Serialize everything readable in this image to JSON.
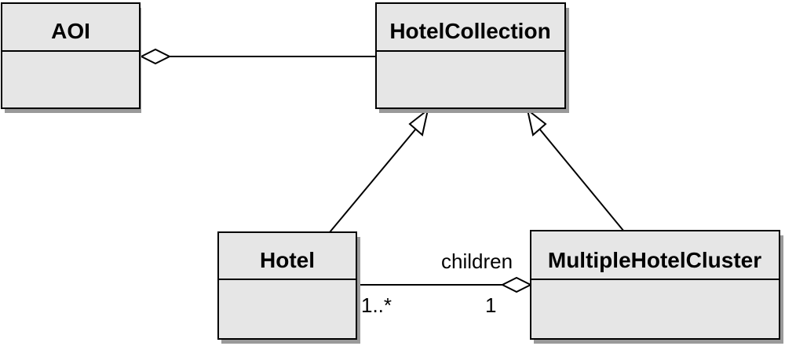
{
  "classes": {
    "aoi": {
      "name": "AOI"
    },
    "hotel_collection": {
      "name": "HotelCollection"
    },
    "hotel": {
      "name": "Hotel"
    },
    "multiple_hotel_cluster": {
      "name": "MultipleHotelCluster"
    }
  },
  "relations": {
    "aoi_hotelcollection": {
      "type": "aggregation",
      "from": "HotelCollection",
      "to": "AOI"
    },
    "hotel_generalization": {
      "type": "generalization",
      "from": "Hotel",
      "to": "HotelCollection"
    },
    "cluster_generalization": {
      "type": "generalization",
      "from": "MultipleHotelCluster",
      "to": "HotelCollection"
    },
    "cluster_hotel": {
      "type": "aggregation",
      "from": "Hotel",
      "to": "MultipleHotelCluster",
      "role": "children",
      "multiplicity_part": "1..*",
      "multiplicity_whole": "1"
    }
  }
}
